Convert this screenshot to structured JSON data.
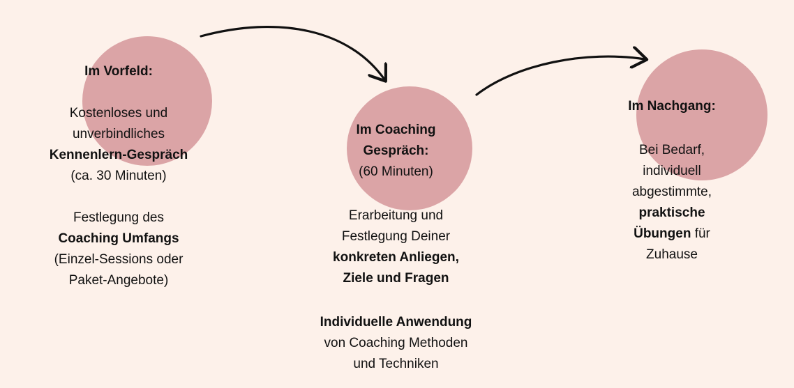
{
  "stages": [
    {
      "heading": "Im Vorfeld:",
      "p1_line1": "Kostenloses und",
      "p1_line2": "unverbindliches",
      "p1_bold": "Kennenlern-Gespräch",
      "p1_line4": "(ca. 30 Minuten)",
      "p2_line1": "Festlegung des",
      "p2_bold": "Coaching Umfangs",
      "p2_line3": "(Einzel-Sessions oder",
      "p2_line4": "Paket-Angebote)"
    },
    {
      "heading_line1": "Im Coaching",
      "heading_line2": "Gespräch:",
      "heading_line3": "(60 Minuten)",
      "p1_line1": "Erarbeitung und",
      "p1_line2": "Festlegung Deiner",
      "p1_bold1": "konkreten Anliegen,",
      "p1_bold2": "Ziele und Fragen",
      "p2_bold": "Individuelle Anwendung",
      "p2_line2": "von Coaching Methoden",
      "p2_line3": "und Techniken"
    },
    {
      "heading": "Im Nachgang:",
      "line1": "Bei Bedarf,",
      "line2": "individuell",
      "line3": "abgestimmte,",
      "bold1": "praktische",
      "bold2": "Übungen",
      "line6_rest": " für",
      "line7": "Zuhause"
    }
  ],
  "colors": {
    "background": "#fdf1ea",
    "circle": "#dba4a6",
    "arrow": "#111111"
  }
}
